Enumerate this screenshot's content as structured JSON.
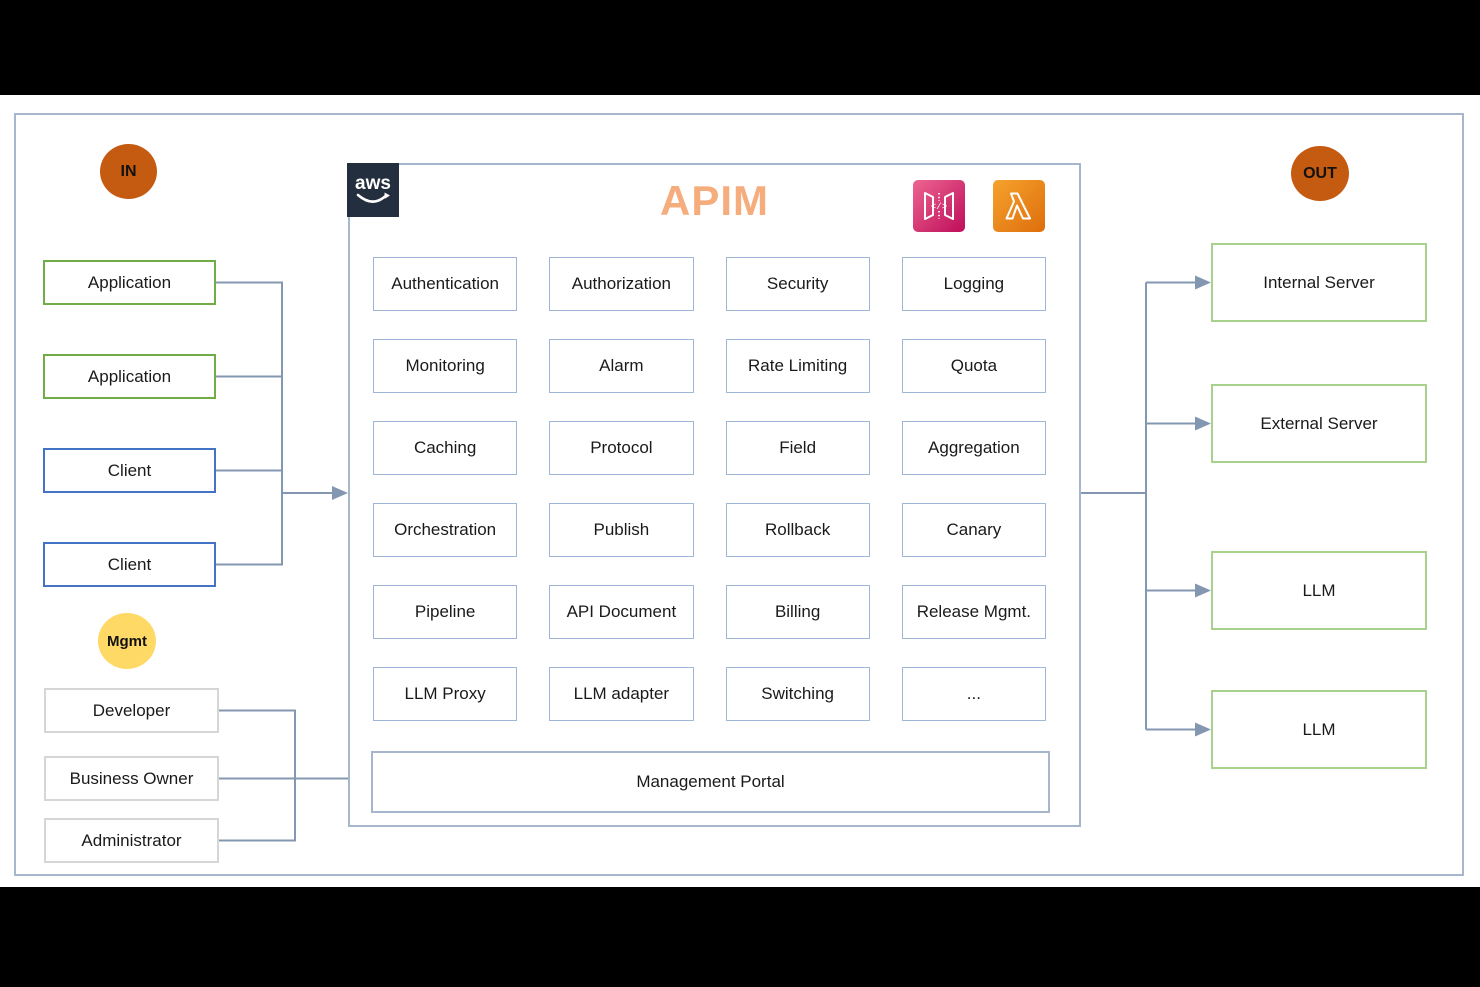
{
  "badges": {
    "in": "IN",
    "out": "OUT",
    "mgmt": "Mgmt"
  },
  "inputs": [
    {
      "label": "Application",
      "kind": "application"
    },
    {
      "label": "Application",
      "kind": "application"
    },
    {
      "label": "Client",
      "kind": "client"
    },
    {
      "label": "Client",
      "kind": "client"
    }
  ],
  "mgmt_actors": [
    {
      "label": "Developer"
    },
    {
      "label": "Business Owner"
    },
    {
      "label": "Administrator"
    }
  ],
  "apim": {
    "title": "APIM",
    "aws_logo_text": "aws",
    "icons": [
      "aws-logo-icon",
      "api-gateway-icon",
      "lambda-icon"
    ],
    "features": [
      "Authentication",
      "Authorization",
      "Security",
      "Logging",
      "Monitoring",
      "Alarm",
      "Rate Limiting",
      "Quota",
      "Caching",
      "Protocol",
      "Field",
      "Aggregation",
      "Orchestration",
      "Publish",
      "Rollback",
      "Canary",
      "Pipeline",
      "API Document",
      "Billing",
      "Release Mgmt.",
      "LLM Proxy",
      "LLM adapter",
      "Switching",
      "..."
    ],
    "management_portal": "Management Portal"
  },
  "outputs": [
    {
      "label": "Internal Server"
    },
    {
      "label": "External Server"
    },
    {
      "label": "LLM"
    },
    {
      "label": "LLM"
    }
  ],
  "colors": {
    "in_out_badge": "#C55A11",
    "mgmt_badge": "#FFD966",
    "apim_title": "#F5AD7E",
    "application_border": "#70AD47",
    "client_border": "#4472C4",
    "actor_border": "#D6D6D6",
    "feature_border": "#9FB6D8",
    "output_border": "#A9D18E",
    "frame_border": "#A6B7CD",
    "connector": "#8497B0",
    "aws_square": "#232F3E"
  }
}
